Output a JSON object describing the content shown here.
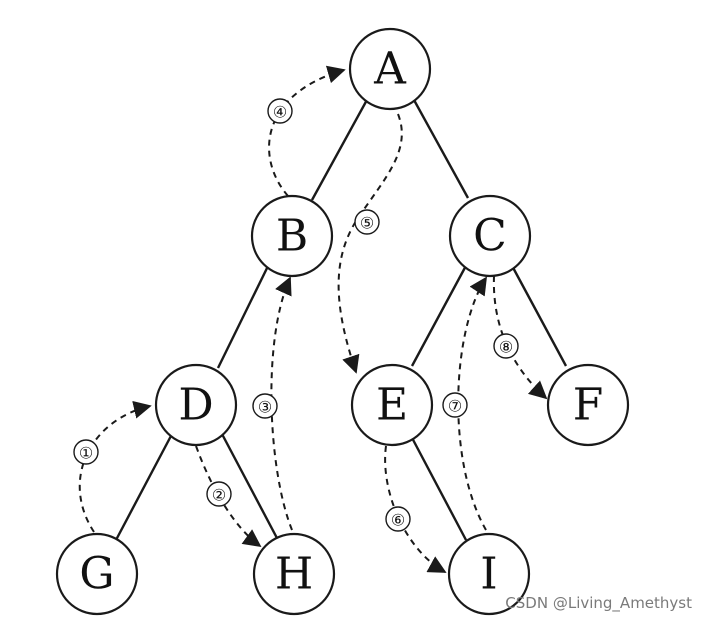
{
  "nodes": {
    "A": "A",
    "B": "B",
    "C": "C",
    "D": "D",
    "E": "E",
    "F": "F",
    "G": "G",
    "H": "H",
    "I": "I"
  },
  "steps": {
    "s1": "①",
    "s2": "②",
    "s3": "③",
    "s4": "④",
    "s5": "⑤",
    "s6": "⑥",
    "s7": "⑦",
    "s8": "⑧"
  },
  "watermark": "CSDN @Living_Amethyst"
}
